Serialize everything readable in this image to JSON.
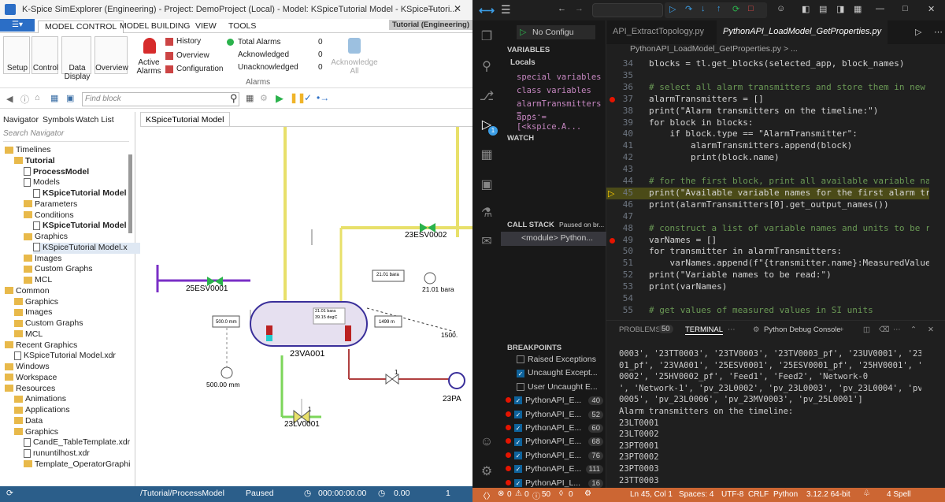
{
  "left_app": {
    "title": "K-Spice SimExplorer (Engineering) - Project: DemoProject (Local) - Model: KSpiceTutorial Model - KSpiceTutori...",
    "ribbon_tabs": [
      "MODEL CONTROL",
      "MODEL BUILDING",
      "VIEW",
      "TOOLS"
    ],
    "tutorial_badge": "Tutorial (Engineering)",
    "ribbon_buttons": {
      "setup": "Setup",
      "control": "Control",
      "data_display": "Data Display",
      "overview": "Overview",
      "active_alarms": "Active Alarms",
      "history": "History",
      "overview2": "Overview",
      "configuration": "Configuration",
      "acknowledge_all": "Acknowledge All"
    },
    "alarms": {
      "group_label": "Alarms",
      "rows": [
        {
          "label": "Total Alarms",
          "value": "0"
        },
        {
          "label": "Acknowledged",
          "value": "0"
        },
        {
          "label": "Unacknowledged",
          "value": "0"
        }
      ]
    },
    "find_placeholder": "Find block",
    "nav_tabs": [
      "Navigator",
      "Symbols",
      "Watch List"
    ],
    "nav_search_placeholder": "Search Navigator",
    "tree": [
      {
        "label": "Timelines",
        "indent": 0,
        "bold": false
      },
      {
        "label": "Tutorial",
        "indent": 1,
        "bold": true
      },
      {
        "label": "ProcessModel",
        "indent": 2,
        "bold": true
      },
      {
        "label": "Models",
        "indent": 2,
        "bold": false
      },
      {
        "label": "KSpiceTutorial Model",
        "indent": 3,
        "bold": true
      },
      {
        "label": "Parameters",
        "indent": 2,
        "bold": false
      },
      {
        "label": "Conditions",
        "indent": 2,
        "bold": false
      },
      {
        "label": "KSpiceTutorial Model",
        "indent": 3,
        "bold": true
      },
      {
        "label": "Graphics",
        "indent": 2,
        "bold": false
      },
      {
        "label": "KSpiceTutorial Model.x",
        "indent": 3,
        "bold": false
      },
      {
        "label": "Images",
        "indent": 2,
        "bold": false
      },
      {
        "label": "Custom Graphs",
        "indent": 2,
        "bold": false
      },
      {
        "label": "MCL",
        "indent": 2,
        "bold": false
      },
      {
        "label": "Common",
        "indent": 0,
        "bold": false
      },
      {
        "label": "Graphics",
        "indent": 1,
        "bold": false
      },
      {
        "label": "Images",
        "indent": 1,
        "bold": false
      },
      {
        "label": "Custom Graphs",
        "indent": 1,
        "bold": false
      },
      {
        "label": "MCL",
        "indent": 1,
        "bold": false
      },
      {
        "label": "Recent Graphics",
        "indent": 0,
        "bold": false
      },
      {
        "label": "KSpiceTutorial Model.xdr",
        "indent": 1,
        "bold": false
      },
      {
        "label": "Windows",
        "indent": 0,
        "bold": false
      },
      {
        "label": "Workspace",
        "indent": 0,
        "bold": false
      },
      {
        "label": "Resources",
        "indent": 0,
        "bold": false
      },
      {
        "label": "Animations",
        "indent": 1,
        "bold": false
      },
      {
        "label": "Applications",
        "indent": 1,
        "bold": false
      },
      {
        "label": "Data",
        "indent": 1,
        "bold": false
      },
      {
        "label": "Graphics",
        "indent": 1,
        "bold": false
      },
      {
        "label": "CandE_TableTemplate.xdr",
        "indent": 2,
        "bold": false
      },
      {
        "label": "rununtilhost.xdr",
        "indent": 2,
        "bold": false
      },
      {
        "label": "Template_OperatorGraphi",
        "indent": 2,
        "bold": false
      }
    ],
    "canvas_tab": "KSpiceTutorial Model",
    "diagram": {
      "esv1": "25ESV0001",
      "esv2": "23ESV0002",
      "vessel": "23VA001",
      "lv": "23LV0001",
      "pa": "23PA",
      "press": "21.01 bara",
      "press2": "21.01 bara",
      "vessel_p": "21.01 bara",
      "vessel_t": "39.15 degC",
      "level1": "500.0 mm",
      "level2": "500.00 mm",
      "flow": "1499 m",
      "small1": "1500.",
      "one": "1"
    },
    "status": {
      "path": "/Tutorial/ProcessModel",
      "state": "Paused",
      "time": "000:00:00.00",
      "speed": "0.00",
      "count": "1"
    }
  },
  "vscode": {
    "run_config": "No Configu",
    "tabs": [
      "API_ExtractTopology.py",
      "PythonAPI_LoadModel_GetProperties.py"
    ],
    "breadcrumb": "PythonAPI_LoadModel_GetProperties.py > ...",
    "variables_header": "VARIABLES",
    "locals": "Locals",
    "vars": [
      "special variables",
      "class variables",
      "alarmTransmitters = ...",
      "apps = [<kspice.A..."
    ],
    "watch_header": "WATCH",
    "callstack_header": "CALL STACK",
    "callstack_status": "Paused on br...",
    "callstack_frame": "<module>  Python...",
    "breakpoints_header": "BREAKPOINTS",
    "bp_options": [
      {
        "label": "Raised Exceptions",
        "on": false
      },
      {
        "label": "Uncaught Except...",
        "on": true
      },
      {
        "label": "User Uncaught E...",
        "on": false
      }
    ],
    "bps": [
      {
        "label": "PythonAPI_E...",
        "line": "40"
      },
      {
        "label": "PythonAPI_E...",
        "line": "52"
      },
      {
        "label": "PythonAPI_E...",
        "line": "60"
      },
      {
        "label": "PythonAPI_E...",
        "line": "68"
      },
      {
        "label": "PythonAPI_E...",
        "line": "76"
      },
      {
        "label": "PythonAPI_E...",
        "line": "111"
      },
      {
        "label": "PythonAPI_L...",
        "line": "16"
      }
    ],
    "code": [
      {
        "n": "34",
        "t": "blocks = tl.get_blocks(selected_app, block_names)"
      },
      {
        "n": "35",
        "t": ""
      },
      {
        "n": "36",
        "t": "# select all alarm transmitters and store them in new"
      },
      {
        "n": "37",
        "t": "alarmTransmitters = []"
      },
      {
        "n": "38",
        "t": "print(\"Alarm transmitters on the timeline:\")"
      },
      {
        "n": "39",
        "t": "for block in blocks:"
      },
      {
        "n": "40",
        "t": "    if block.type == \"AlarmTransmitter\":"
      },
      {
        "n": "41",
        "t": "        alarmTransmitters.append(block)"
      },
      {
        "n": "42",
        "t": "        print(block.name)"
      },
      {
        "n": "43",
        "t": ""
      },
      {
        "n": "44",
        "t": "# for the first block, print all available variable na"
      },
      {
        "n": "45",
        "t": "print(\"Available variable names for the first alarm tr"
      },
      {
        "n": "46",
        "t": "print(alarmTransmitters[0].get_output_names())"
      },
      {
        "n": "47",
        "t": ""
      },
      {
        "n": "48",
        "t": "# construct a list of variable names and units to be r"
      },
      {
        "n": "49",
        "t": "varNames = []"
      },
      {
        "n": "50",
        "t": "for transmitter in alarmTransmitters:"
      },
      {
        "n": "51",
        "t": "    varNames.append(f\"{transmitter.name}:MeasuredValue"
      },
      {
        "n": "52",
        "t": "print(\"Variable names to be read:\")"
      },
      {
        "n": "53",
        "t": "print(varNames)"
      },
      {
        "n": "54",
        "t": ""
      },
      {
        "n": "55",
        "t": "# get values of measured values in SI units"
      }
    ],
    "panel_tabs": {
      "problems": "PROBLEMS",
      "problems_count": "50",
      "terminal": "TERMINAL",
      "debug": "Python Debug Console"
    },
    "terminal": [
      "0003', '23TT0003', '23TV0003', '23TV0003_pf', '23UV0001', '23UV00",
      "01_pf', '23VA001', '25ESV0001', '25ESV0001_pf', '25HV0001', '25HV",
      "0002', '25HV0002_pf', 'Feed1', 'Feed2', 'Network-0",
      "', 'Network-1', 'pv_23L0002', 'pv_23L0003', 'pv_23L0004', 'pv_23L",
      "0005', 'pv_23L0006', 'pv_23MV0003', 'pv_25L0001']",
      "Alarm transmitters on the timeline:",
      "23LT0001",
      "23LT0002",
      "23PT0001",
      "23PT0002",
      "23PT0003",
      "23TT0003"
    ],
    "status": {
      "errors": "0",
      "warnings": "0",
      "info": "50",
      "ports": "0",
      "pos": "Ln 45, Col 1",
      "spaces": "Spaces: 4",
      "enc": "UTF-8",
      "eol": "CRLF",
      "lang": "Python",
      "ver": "3.12.2 64-bit",
      "spell": "4 Spell"
    }
  }
}
